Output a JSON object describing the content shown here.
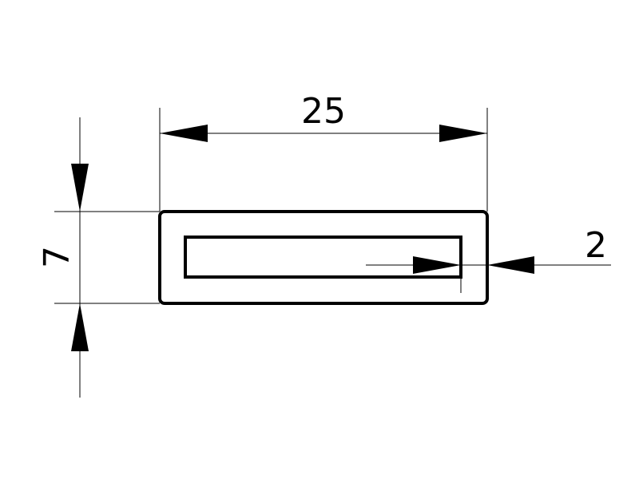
{
  "drawing": {
    "dimensions": {
      "width": {
        "label": "25"
      },
      "height": {
        "label": "7"
      },
      "wall": {
        "label": "2"
      }
    },
    "colors": {
      "line": "#000000",
      "background": "#ffffff"
    }
  }
}
